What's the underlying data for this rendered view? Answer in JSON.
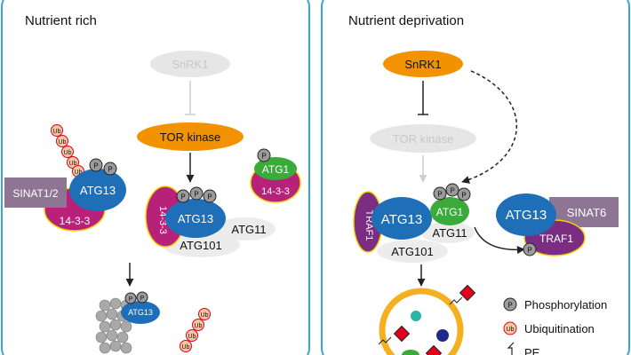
{
  "panels": {
    "left": {
      "title": "Nutrient rich"
    },
    "right": {
      "title": "Nutrient deprivation"
    }
  },
  "labels": {
    "snrk1": "SnRK1",
    "tor_kinase": "TOR kinase",
    "sinat12": "SINAT1/2",
    "sinat6": "SINAT6",
    "atg13": "ATG13",
    "atg1": "ATG1",
    "atg11": "ATG11",
    "atg101": "ATG101",
    "p1433": "14-3-3",
    "traf1": "TRAF1",
    "p": "P",
    "ub": "Ub"
  },
  "legend": {
    "phosphorylation": "Phosphorylation",
    "ubiquitination": "Ubiquitination",
    "pe": "PE"
  },
  "colors": {
    "orange": "#f39200",
    "blue": "#1f6fb8",
    "green": "#3aab3a",
    "magenta": "#b8217a",
    "purple_gray": "#8e7593",
    "traf_purple": "#7a2d83",
    "gray": "#e6e6e6",
    "panel_border": "#3aa3d8",
    "ub_fill": "#f7c6a4",
    "ub_ring": "#e2001a",
    "vesicle": "#f5b021"
  }
}
